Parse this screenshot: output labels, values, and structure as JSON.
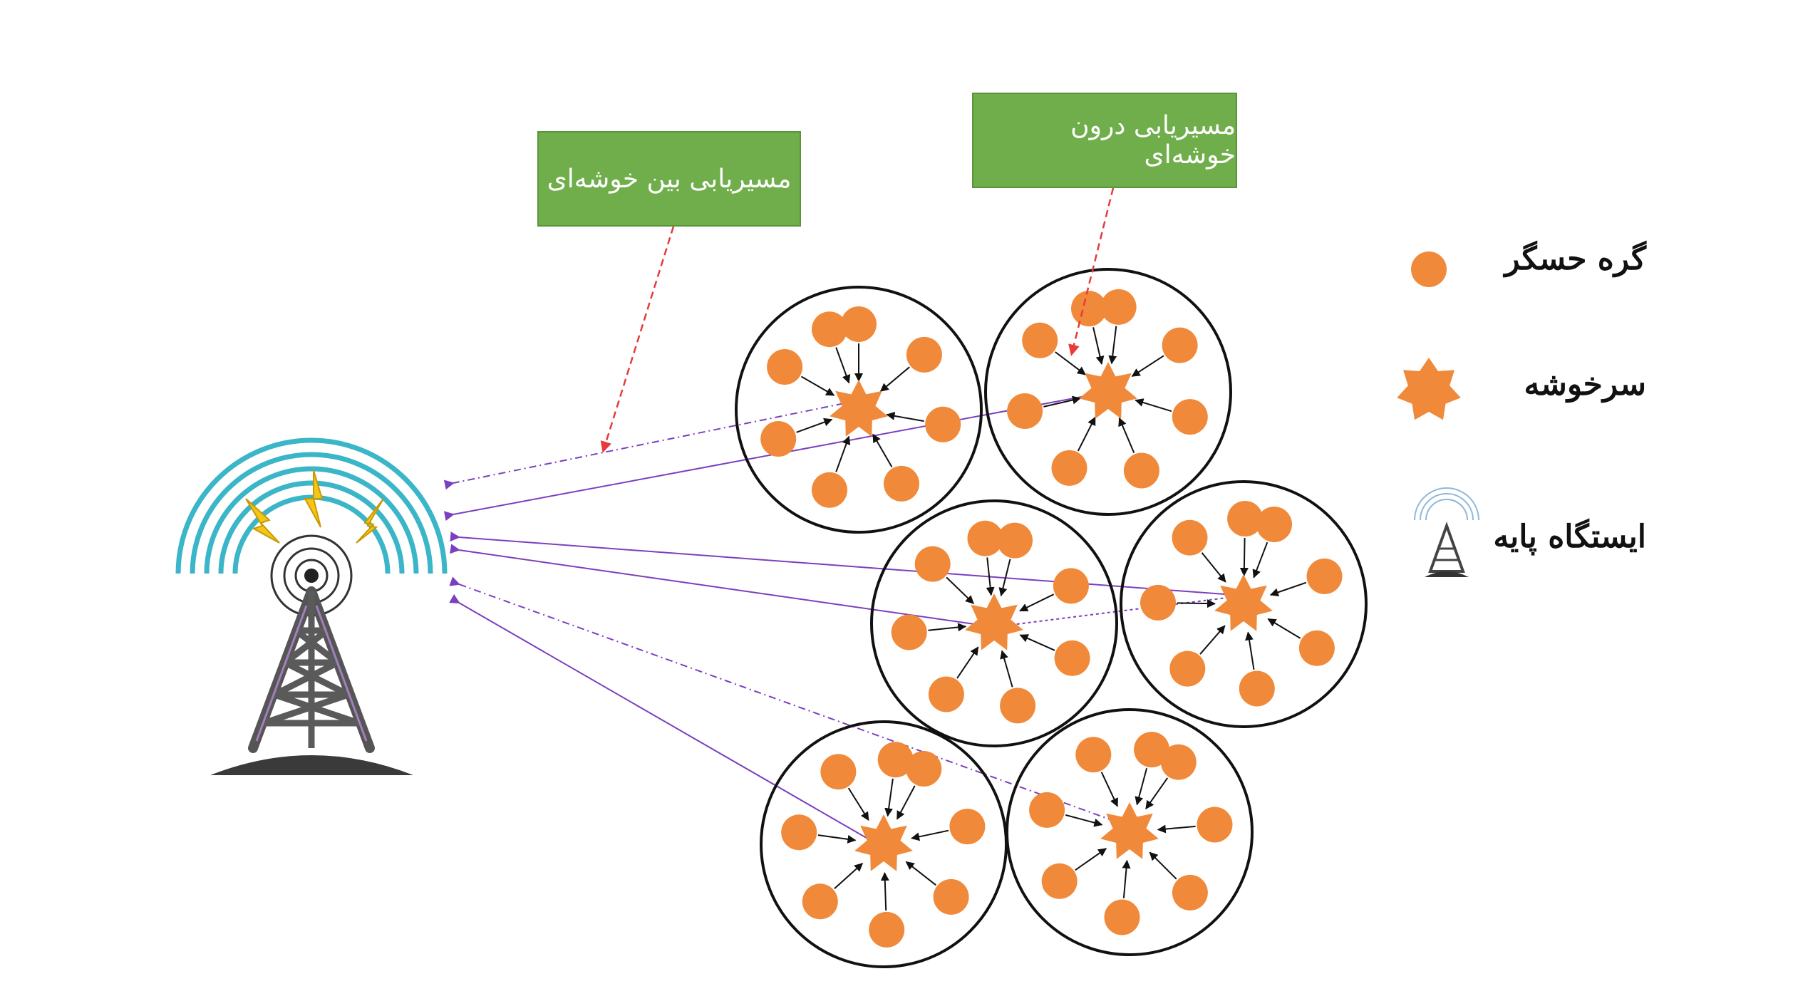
{
  "labels": {
    "inter_cluster_routing": "مسیریابی بین خوشه‌ای",
    "intra_cluster_routing": "مسیریابی درون خوشه‌ای"
  },
  "legend": {
    "sensor_node": "گره حسگر",
    "cluster_head": "سرخوشه",
    "base_station": "ایستگاه پایه"
  },
  "colors": {
    "node": "#f08a3a",
    "cluster_head": "#f08a3a",
    "label_bg": "#6fae4a",
    "inter_link": "#7b3fbf",
    "callout": "#e83a3a",
    "tower_signal": "#3bb5c8",
    "tower_body": "#555555",
    "lightning": "#f5c518"
  },
  "diagram": {
    "cluster_count": 6,
    "sensor_nodes_per_cluster": 8,
    "icons": [
      "base-station-tower-icon",
      "sensor-node-icon",
      "cluster-head-star-icon",
      "lightning-icon"
    ]
  }
}
